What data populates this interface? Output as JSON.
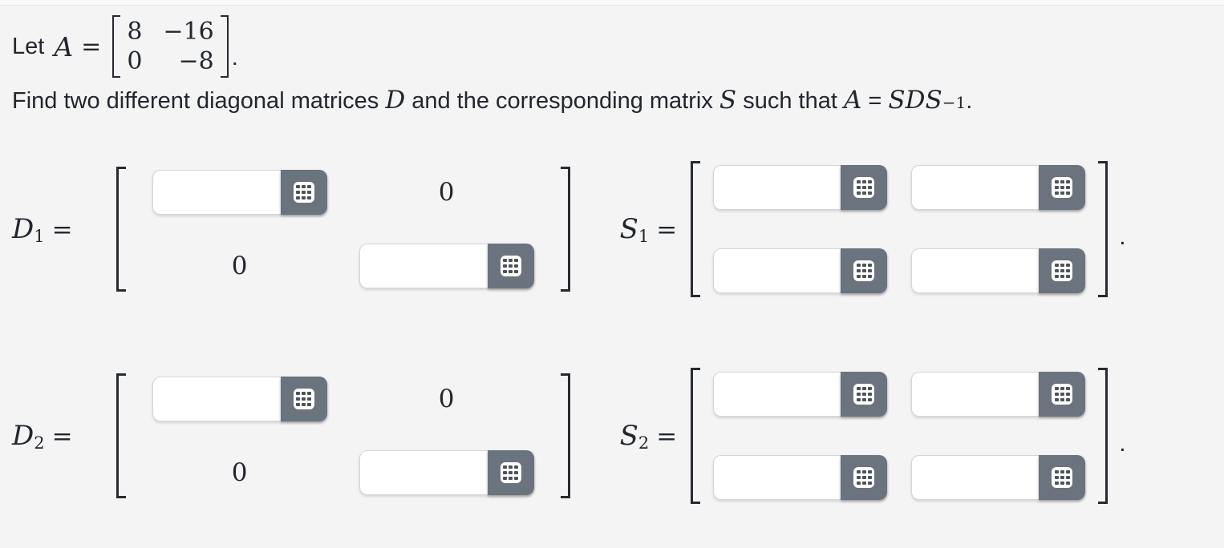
{
  "header": {
    "let_label": "Let",
    "matrix_a_symbol": "A",
    "equals_sign": "=",
    "matrix_a": {
      "r1c1": "8",
      "r1c2": "−16",
      "r2c1": "0",
      "r2c2": "−8"
    },
    "period": ".",
    "instruction": {
      "part1": "Find two different diagonal matrices ",
      "math_d": "D",
      "part2": " and the corresponding matrix ",
      "math_s": "S",
      "part3": " such that ",
      "math_a": "A",
      "equals": " = ",
      "math_sds": "SDS",
      "superscript": "−1",
      "period": "."
    }
  },
  "equations": {
    "d1": {
      "letter": "D",
      "sub": "1",
      "equals": "=",
      "zero_top_right": "0",
      "zero_bottom_left": "0"
    },
    "s1": {
      "letter": "S",
      "sub": "1",
      "equals": "=",
      "period": "."
    },
    "d2": {
      "letter": "D",
      "sub": "2",
      "equals": "=",
      "zero_top_right": "0",
      "zero_bottom_left": "0"
    },
    "s2": {
      "letter": "S",
      "sub": "2",
      "equals": "=",
      "period": "."
    }
  },
  "colors": {
    "background": "#f4f4f5",
    "text": "#22272e",
    "keypad_button_gray": "#6b737e",
    "input_border": "#d6d6d9"
  },
  "icons": {
    "keypad": "keypad-grid-icon"
  }
}
